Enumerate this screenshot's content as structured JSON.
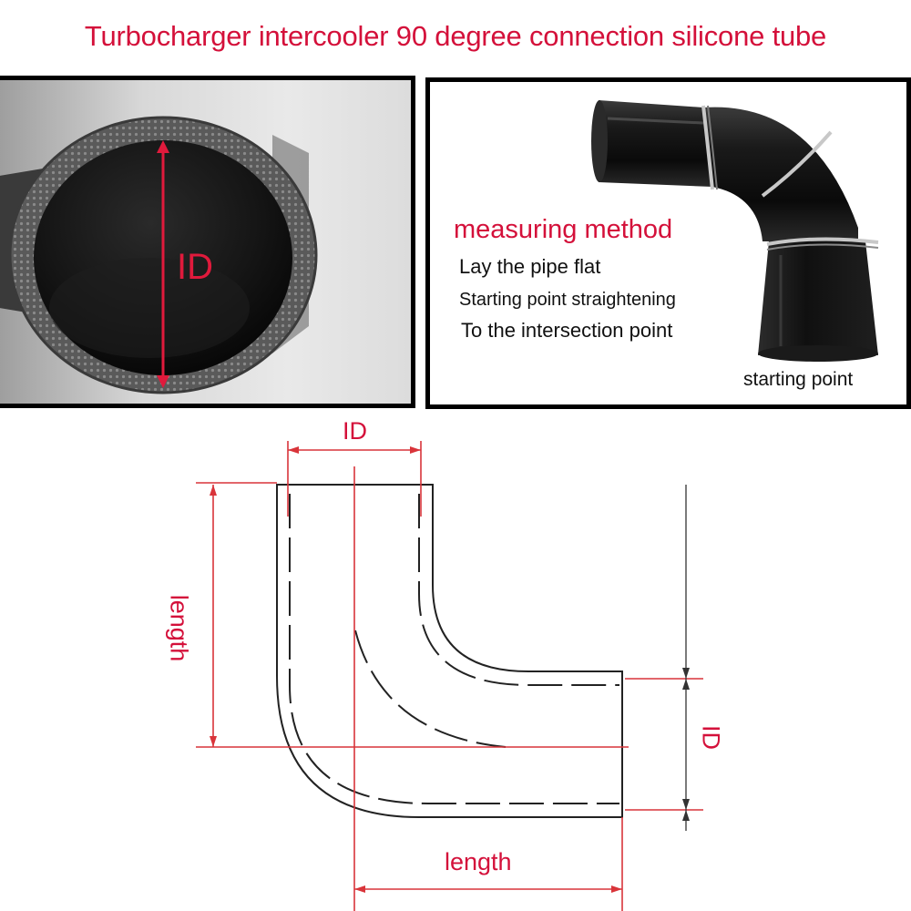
{
  "title": "Turbocharger intercooler 90 degree connection silicone tube",
  "left_photo": {
    "id_label": "ID"
  },
  "right_photo": {
    "method_title": "measuring method",
    "steps": [
      "Lay the pipe flat",
      "Starting point straightening",
      "To the intersection point"
    ],
    "starting_point_label": "starting point"
  },
  "diagram": {
    "top_id_label": "ID",
    "left_length_label": "length",
    "right_id_label": "ID",
    "bottom_length_label": "length"
  },
  "colors": {
    "title": "#d4103a",
    "dimension_lines": "#d9343a",
    "pipe_outline": "#222222"
  }
}
